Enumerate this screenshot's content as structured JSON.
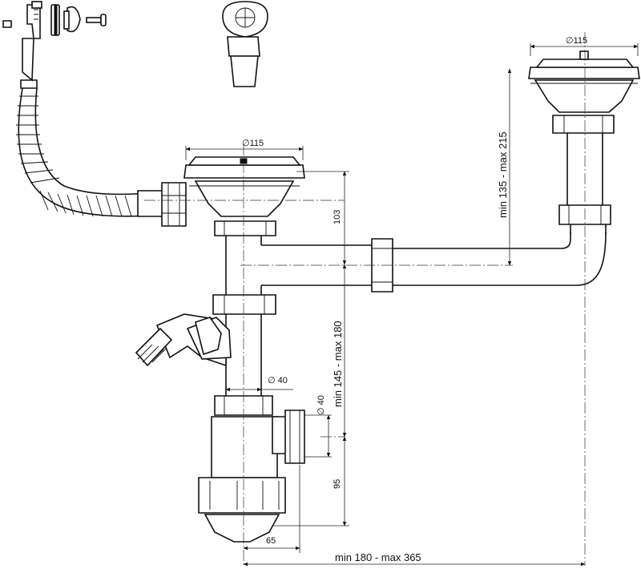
{
  "dimensions": {
    "diameter_left_bowl": "∅115",
    "diameter_right_bowl": "∅115",
    "height_103": "103",
    "height_range_left": "min 145 - max 180",
    "height_range_right": "min 135 - max 215",
    "pipe_diameter": "∅ 40",
    "outlet_diameter": "∅ 40",
    "trap_height": "95",
    "offset_65": "65",
    "width_range": "min 180 - max 365"
  }
}
